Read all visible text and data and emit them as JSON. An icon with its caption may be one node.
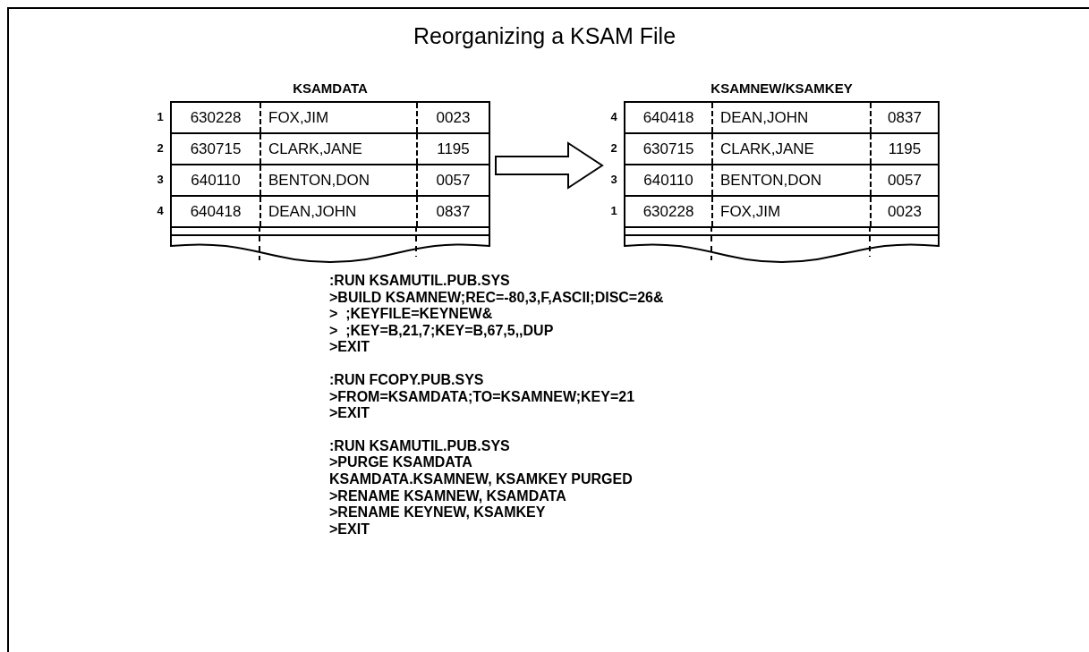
{
  "diagram": {
    "title": "Reorganizing a KSAM File",
    "nodes": [
      {
        "text": [
          "KSAMDATA",
          "1",
          "630228",
          "FOX,JIM",
          "0023",
          "2",
          "630715",
          "CLARK,JANE",
          "1195",
          "3",
          "640110",
          "BENTON,DON",
          "0057",
          "4",
          "640418",
          "DEAN,JOHN",
          "0837"
        ]
      },
      {
        "text": [
          "KSAMNEW/KSAMKEY",
          "4",
          "640418",
          "DEAN,JOHN",
          "0837",
          "2",
          "630715",
          "CLARK,JANE",
          "1195",
          "3",
          "640110",
          "BENTON,DON",
          "0057",
          "1",
          "630228",
          "FOX,JIM",
          "0023"
        ]
      }
    ],
    "edges": [
      {
        "from": 0,
        "to": 1,
        "arrow": "to"
      }
    ],
    "labels": [
      ":RUN KSAMUTIL.PUB.SYS",
      ">BUILD KSAMNEW;REC=-80,3,F,ASCII;DISC=26&",
      ">  ;KEYFILE=KEYNEW&",
      ">  ;KEY=B,21,7;KEY=B,67,5,,DUP",
      ">EXIT",
      ":RUN FCOPY.PUB.SYS",
      ">FROM=KSAMDATA;TO=KSAMNEW;KEY=21",
      ">EXIT",
      ":RUN KSAMUTIL.PUB.SYS",
      ">PURGE KSAMDATA",
      "KSAMDATA.KSAMNEW, KSAMKEY PURGED",
      ">RENAME KSAMNEW, KSAMDATA",
      ">RENAME KEYNEW, KSAMKEY",
      ">EXIT"
    ]
  }
}
